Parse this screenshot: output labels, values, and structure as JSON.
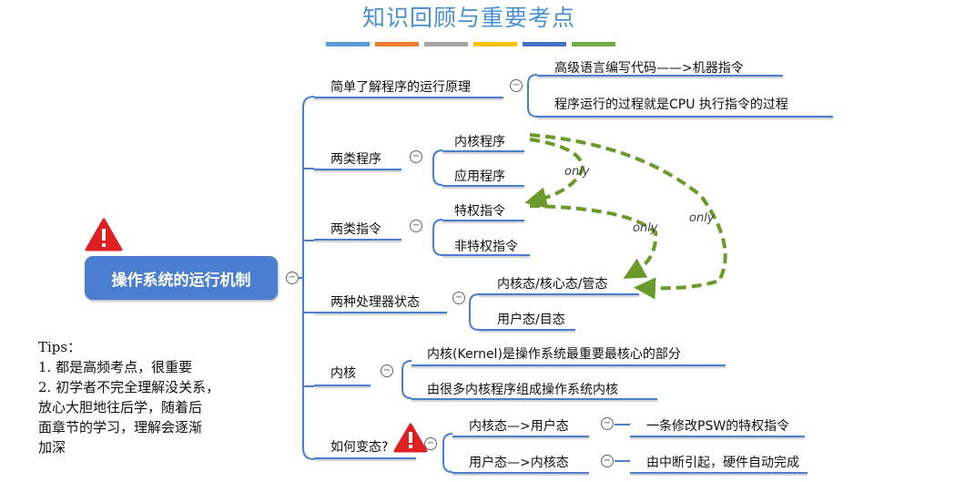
{
  "title": "知识回顾与重要考点",
  "colors": {
    "bars": [
      "#5b9bd5",
      "#ed7d31",
      "#a5a5a5",
      "#ffc000",
      "#4472c4",
      "#70ad47"
    ],
    "branch": "#4a7ed0",
    "arrow": "#6a9a2a",
    "warning": "#e02020"
  },
  "root": "操作系统的运行机制",
  "branches": [
    {
      "label": "简单了解程序的运行原理",
      "children": [
        "高级语言编写代码——>机器指令",
        "程序运行的过程就是CPU 执行指令的过程"
      ]
    },
    {
      "label": "两类程序",
      "children": [
        "内核程序",
        "应用程序"
      ]
    },
    {
      "label": "两类指令",
      "children": [
        "特权指令",
        "非特权指令"
      ]
    },
    {
      "label": "两种处理器状态",
      "children": [
        "内核态/核心态/管态",
        "用户态/目态"
      ]
    },
    {
      "label": "内核",
      "children": [
        "内核(Kernel)是操作系统最重要最核心的部分",
        "由很多内核程序组成操作系统内核"
      ]
    },
    {
      "label": "如何变态?",
      "children": [
        {
          "label": "内核态—>用户态",
          "detail": "一条修改PSW的特权指令"
        },
        {
          "label": "用户态—>内核态",
          "detail": "由中断引起，硬件自动完成"
        }
      ]
    }
  ],
  "annotations": [
    "only",
    "only",
    "only"
  ],
  "tips": [
    "Tips：",
    "1. 都是高频考点，很重要",
    "2. 初学者不完全理解没关系，",
    "放心大胆地往后学，随着后",
    "面章节的学习，理解会逐渐",
    "加深"
  ],
  "collapse_symbol": "−",
  "warning_symbol": "!"
}
